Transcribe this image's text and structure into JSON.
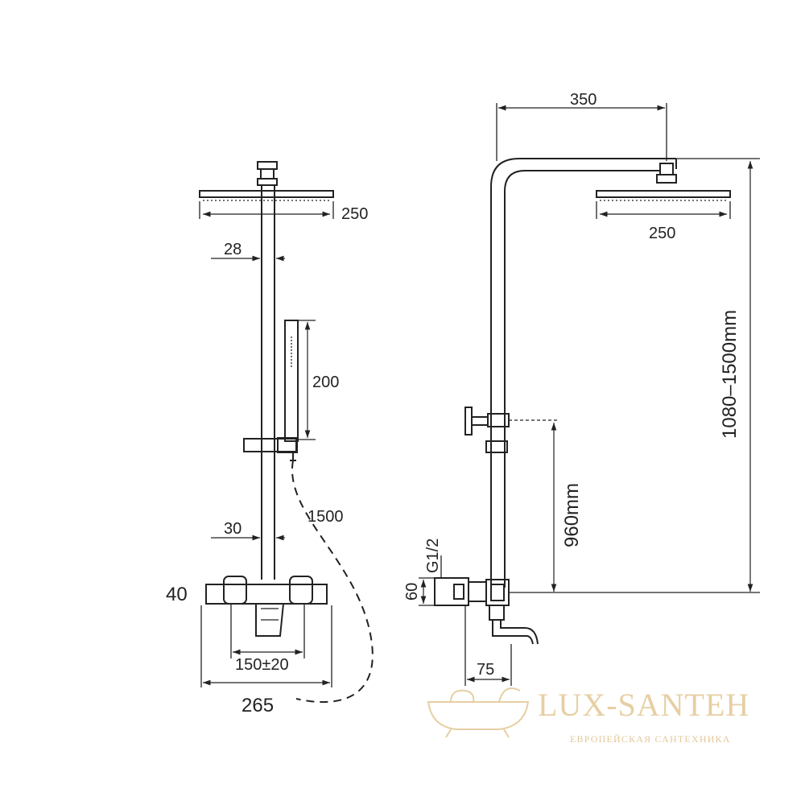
{
  "front_view": {
    "head_width": "250",
    "pipe_upper": "28",
    "hand_shower_length": "200",
    "hose_length": "1500",
    "pipe_lower": "30",
    "mixer_height": "40",
    "inlet_spacing": "150±20",
    "total_width": "265"
  },
  "side_view": {
    "arm_reach": "350",
    "head_width": "250",
    "height_range": "1080–1500mm",
    "diverter_height": "960mm",
    "thread": "G1/2",
    "connection_height": "60",
    "spout_offset": "75"
  },
  "watermark": {
    "brand": "LUX-SANTEH",
    "tagline": "ЕВРОПЕЙСКАЯ САНТЕХНИКА",
    "color": "#e6cfa3"
  }
}
